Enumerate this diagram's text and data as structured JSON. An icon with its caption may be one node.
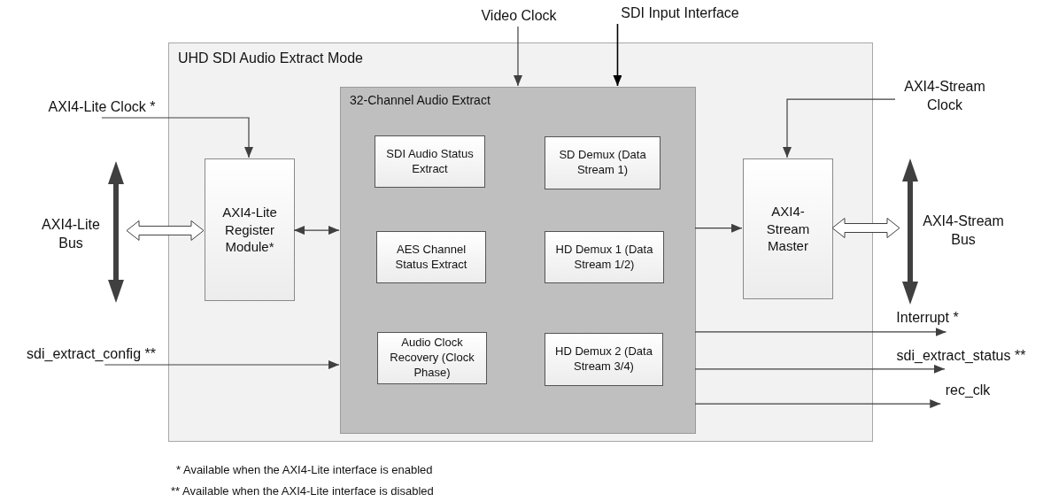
{
  "diagram": {
    "nodes": [
      {
        "text": [
          "UHD SDI Audio Extract Mode"
        ]
      },
      {
        "text": [
          "32-Channel Audio Extract"
        ],
        "in": 0
      },
      {
        "text": [
          "SDI Audio Status Extract"
        ],
        "in": 1
      },
      {
        "text": [
          "SD Demux (Data Stream 1)"
        ],
        "in": 1
      },
      {
        "text": [
          "AES Channel Status Extract"
        ],
        "in": 1
      },
      {
        "text": [
          "HD Demux 1 (Data Stream 1/2)"
        ],
        "in": 1
      },
      {
        "text": [
          "Audio Clock Recovery (Clock Phase)"
        ],
        "in": 1
      },
      {
        "text": [
          "HD Demux 2 (Data Stream 3/4)"
        ],
        "in": 1
      },
      {
        "text": [
          "AXI4-Lite Register Module*"
        ],
        "in": 0
      },
      {
        "text": [
          "AXI4-Stream Master"
        ],
        "in": 0
      },
      {
        "text": [
          "Video Clock"
        ]
      },
      {
        "text": [
          "SDI Input Interface"
        ]
      },
      {
        "text": [
          "AXI4-Lite Clock *"
        ]
      },
      {
        "text": [
          "AXI4-Stream Clock"
        ]
      },
      {
        "text": [],
        "shape": "bar",
        "beside": [
          "AXI4-Lite Bus"
        ]
      },
      {
        "text": [],
        "shape": "bar",
        "beside": [
          "AXI4-Stream Bus"
        ]
      },
      {
        "text": [
          "sdi_extract_config **"
        ]
      },
      {
        "text": [
          "Interrupt *"
        ]
      },
      {
        "text": [
          "sdi_extract_status **"
        ]
      },
      {
        "text": [
          "rec_clk"
        ]
      }
    ],
    "edges": [
      {
        "from": 10,
        "to": 1,
        "arrow": "to"
      },
      {
        "from": 11,
        "to": 1,
        "arrow": "to",
        "color": "#000000"
      },
      {
        "from": 12,
        "to": 8,
        "arrow": "to"
      },
      {
        "from": 13,
        "to": 9,
        "arrow": "to"
      },
      {
        "from": 14,
        "to": 8,
        "arrow": "both",
        "style": "thick"
      },
      {
        "from": 8,
        "to": 1,
        "arrow": "both"
      },
      {
        "from": 1,
        "to": 9,
        "arrow": "to"
      },
      {
        "from": 9,
        "to": 15,
        "arrow": "both",
        "style": "thick"
      },
      {
        "from": 16,
        "to": 1,
        "arrow": "to"
      },
      {
        "from": 1,
        "to": 17,
        "arrow": "to"
      },
      {
        "from": 1,
        "to": 18,
        "arrow": "to"
      },
      {
        "from": 1,
        "to": 19,
        "arrow": "to"
      }
    ],
    "labels": [
      "* Available when the AXI4-Lite interface is enabled",
      "** Available when the AXI4-Lite interface is disabled"
    ]
  }
}
